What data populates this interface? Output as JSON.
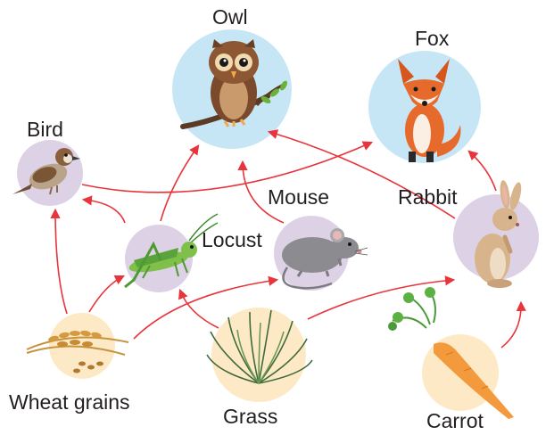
{
  "colors": {
    "arrow": "#e8343b",
    "circle_blue": "#c6e6f6",
    "circle_purple": "#ddd1e6",
    "circle_yellow": "#fde9c6",
    "label_text": "#231f20"
  },
  "organisms": {
    "owl": {
      "label": "Owl",
      "icon": "owl-illustration"
    },
    "fox": {
      "label": "Fox",
      "icon": "fox-illustration"
    },
    "bird": {
      "label": "Bird",
      "icon": "sparrow-illustration"
    },
    "mouse": {
      "label": "Mouse",
      "icon": "mouse-illustration"
    },
    "rabbit": {
      "label": "Rabbit",
      "icon": "rabbit-illustration"
    },
    "locust": {
      "label": "Locust",
      "icon": "grasshopper-illustration"
    },
    "wheat": {
      "label": "Wheat grains",
      "icon": "wheat-illustration"
    },
    "grass": {
      "label": "Grass",
      "icon": "grass-tuft-illustration"
    },
    "carrot": {
      "label": "Carrot",
      "icon": "carrot-illustration"
    }
  },
  "food_chain_links": [
    {
      "from": "Wheat grains",
      "to": "Bird"
    },
    {
      "from": "Wheat grains",
      "to": "Locust"
    },
    {
      "from": "Wheat grains",
      "to": "Mouse"
    },
    {
      "from": "Grass",
      "to": "Locust"
    },
    {
      "from": "Grass",
      "to": "Rabbit"
    },
    {
      "from": "Carrot",
      "to": "Rabbit"
    },
    {
      "from": "Locust",
      "to": "Bird"
    },
    {
      "from": "Locust",
      "to": "Owl"
    },
    {
      "from": "Mouse",
      "to": "Owl"
    },
    {
      "from": "Rabbit",
      "to": "Owl"
    },
    {
      "from": "Rabbit",
      "to": "Fox"
    },
    {
      "from": "Bird",
      "to": "Fox"
    }
  ]
}
